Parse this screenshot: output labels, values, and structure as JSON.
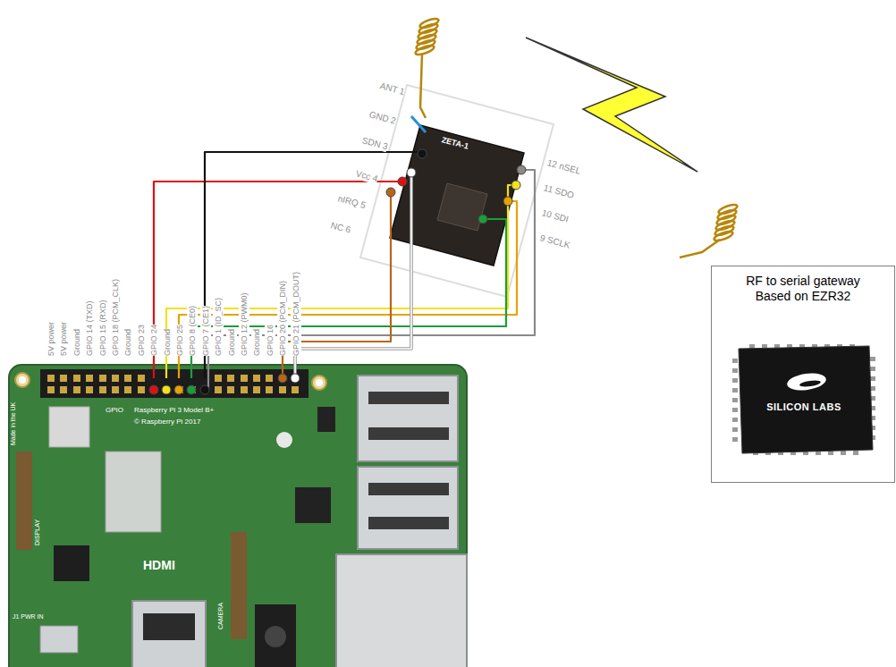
{
  "diagram": {
    "nodes": [
      {
        "text": [
          "RF to serial gateway Based on EZR32"
        ]
      },
      {
        "text": [
          "SILICON LABS"
        ],
        "in": 0
      }
    ],
    "labels": [
      "5V power",
      "5V power",
      "Ground",
      "GPIO 14 (TXD)",
      "GPIO 15 (RXD)",
      "GPIO 18 (PCM_CLK)",
      "Ground",
      "GPIO 23",
      "GPIO 24",
      "Ground",
      "GPIO 25",
      "GPIO 8 (CE0)",
      "GPIO 7 (CE1)",
      "GPIO 1 (ID_SC)",
      "Ground",
      "GPIO 12 (PWM0)",
      "Ground",
      "GPIO 16",
      "GPIO 20 (PCM_DIN)",
      "GPIO 21 (PCM_DOUT)",
      "ANT 1",
      "GND 2",
      "SDN 3",
      "Vcc 4",
      "nIRQ 5",
      "NC 6",
      "12 nSEL",
      "11 SDO",
      "10 SDI",
      "9 SCLK",
      "ZETA-1",
      "Raspberry Pi 3 Model B+",
      "© Raspberry Pi 2017",
      "GPIO",
      "HDMI",
      "J1 PWR IN",
      "CAMERA",
      "DISPLAY",
      "Made in the UK"
    ]
  }
}
